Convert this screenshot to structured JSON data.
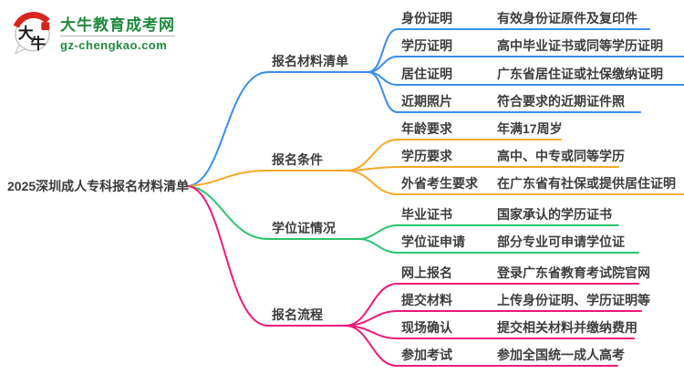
{
  "logo": {
    "mark_text_top": "大",
    "mark_text_bottom": "牛",
    "site_name": "大牛教育成考网",
    "site_domain": "gz-chengkao.com",
    "brand_green": "#1f8a3d",
    "seal_red": "#d6251d"
  },
  "main_topic": "2025深圳成人专科报名材料清单",
  "colors": {
    "blue": "#3a8ee6",
    "orange": "#f7a827",
    "green": "#2bc56d",
    "pink": "#ef1a7b",
    "text": "#3d3d3d"
  },
  "branches": [
    {
      "label": "报名材料清单",
      "color_key": "blue",
      "children": [
        {
          "label": "身份证明",
          "value": "有效身份证原件及复印件"
        },
        {
          "label": "学历证明",
          "value": "高中毕业证书或同等学历证明"
        },
        {
          "label": "居住证明",
          "value": "广东省居住证或社保缴纳证明"
        },
        {
          "label": "近期照片",
          "value": "符合要求的近期证件照"
        }
      ]
    },
    {
      "label": "报名条件",
      "color_key": "orange",
      "children": [
        {
          "label": "年龄要求",
          "value": "年满17周岁"
        },
        {
          "label": "学历要求",
          "value": "高中、中专或同等学历"
        },
        {
          "label": "外省考生要求",
          "value": "在广东省有社保或提供居住证明"
        }
      ]
    },
    {
      "label": "学位证情况",
      "color_key": "green",
      "children": [
        {
          "label": "毕业证书",
          "value": "国家承认的学历证书"
        },
        {
          "label": "学位证申请",
          "value": "部分专业可申请学位证"
        }
      ]
    },
    {
      "label": "报名流程",
      "color_key": "pink",
      "children": [
        {
          "label": "网上报名",
          "value": "登录广东省教育考试院官网"
        },
        {
          "label": "提交材料",
          "value": "上传身份证明、学历证明等"
        },
        {
          "label": "现场确认",
          "value": "提交相关材料并缴纳费用"
        },
        {
          "label": "参加考试",
          "value": "参加全国统一成人高考"
        }
      ]
    }
  ]
}
